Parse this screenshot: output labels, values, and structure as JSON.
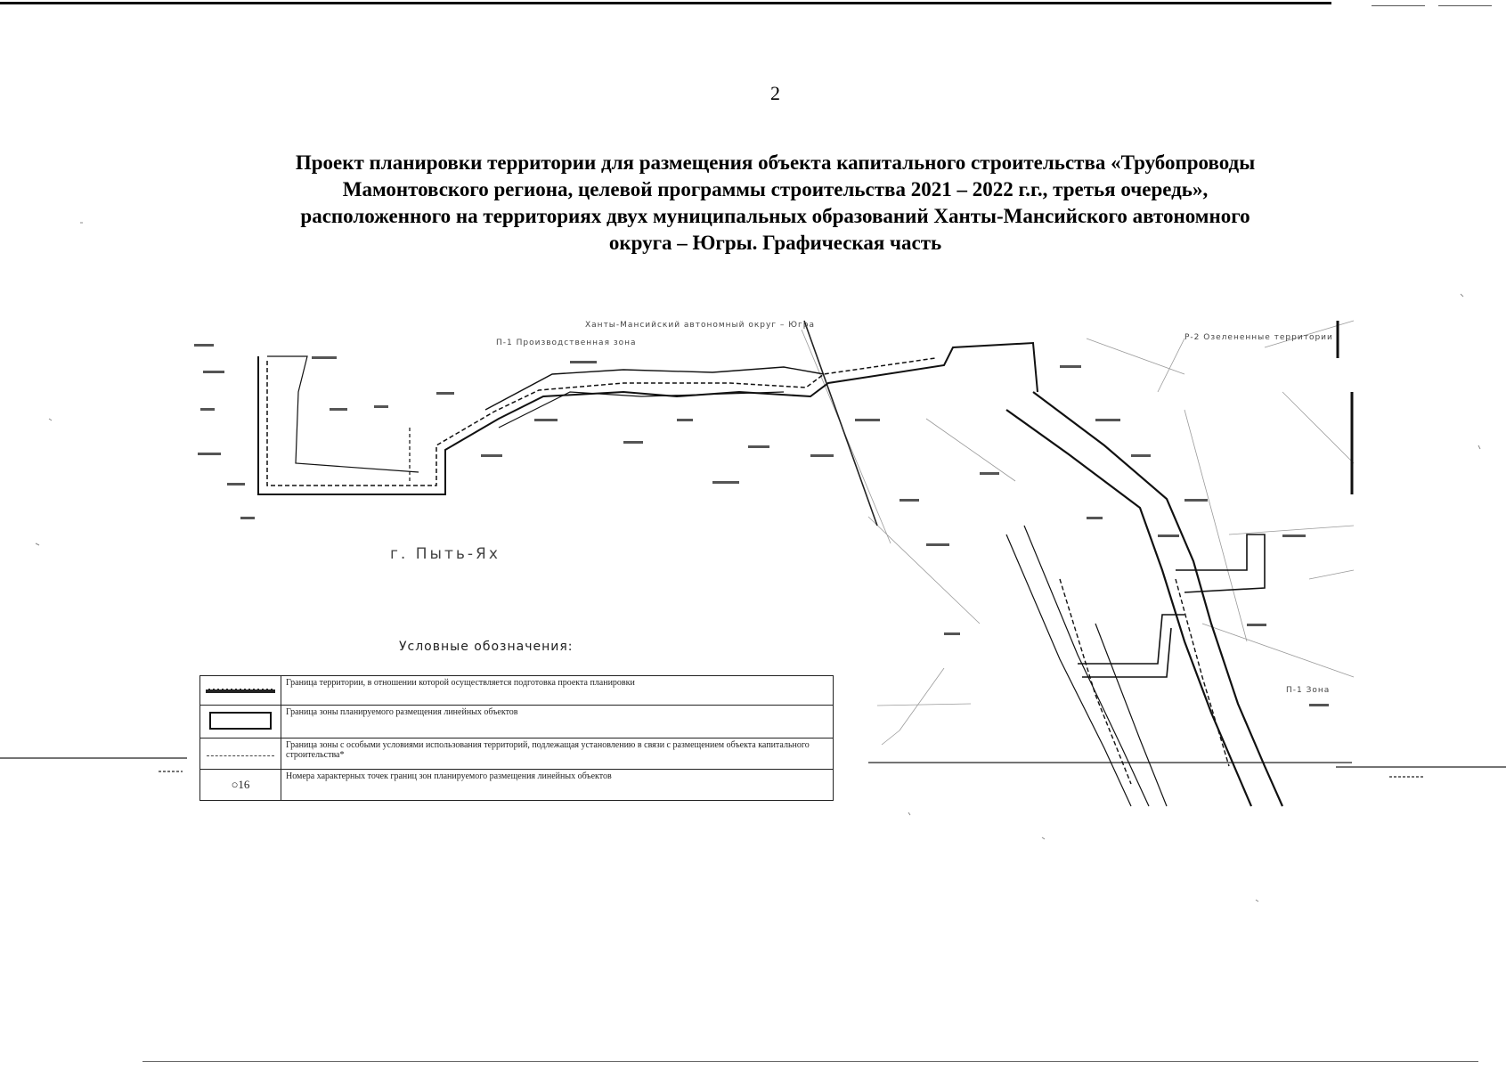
{
  "page": {
    "number": "2",
    "title_lines": [
      "Проект планировки территории для размещения объекта капитального строительства «Трубопроводы",
      "Мамонтовского региона, целевой программы строительства 2021 – 2022 г.г., третья очередь»,",
      "расположенного на территориях двух муниципальных образований Ханты-Мансийского автономного",
      "округа – Югры. Графическая часть"
    ]
  },
  "map": {
    "town_label": "г. Пыть-Ях",
    "top_label": "Ханты-Мансийский автономный округ – Югра",
    "zone_label_left": "П-1 Производственная зона",
    "zone_label_right": "Р-2 Озелененные территории",
    "zone_label_lower": "П-1 Зона"
  },
  "legend": {
    "title": "Условные обозначения:",
    "rows": [
      {
        "symbol": "thick-boundary-line",
        "text": "Граница территории, в отношении которой осуществляется подготовка проекта планировки"
      },
      {
        "symbol": "outlined-rectangle",
        "text": "Граница зоны планируемого размещения линейных объектов"
      },
      {
        "symbol": "dashed-line",
        "text": "Граница зоны с особыми условиями использования территорий, подлежащая установлению в связи с размещением объекта капитального строительства*"
      },
      {
        "symbol": "numbered-point",
        "symbol_text": "○16",
        "text": "Номера характерных точек границ зон планируемого размещения линейных объектов"
      }
    ]
  }
}
